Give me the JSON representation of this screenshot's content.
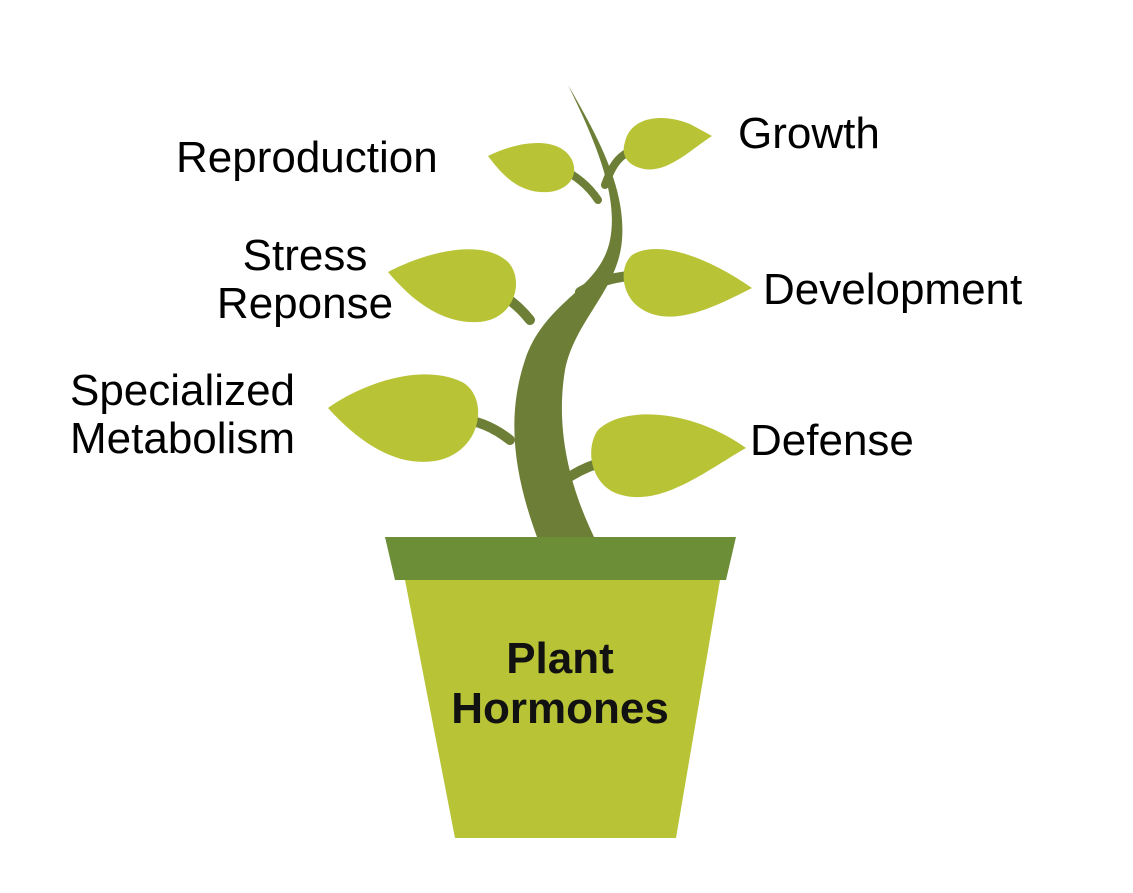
{
  "pot": {
    "title_line1": "Plant",
    "title_line2": "Hormones"
  },
  "branches": {
    "growth": "Growth",
    "reproduction": "Reproduction",
    "stress_line1": "Stress",
    "stress_line2": "Reponse",
    "development": "Development",
    "specialized_line1": "Specialized",
    "specialized_line2": "Metabolism",
    "defense": "Defense"
  },
  "colors": {
    "leaf": "#b8c336",
    "stem": "#6d7f36",
    "pot_rim": "#6b8e36",
    "pot_body": "#b8c336",
    "text": "#000000"
  }
}
